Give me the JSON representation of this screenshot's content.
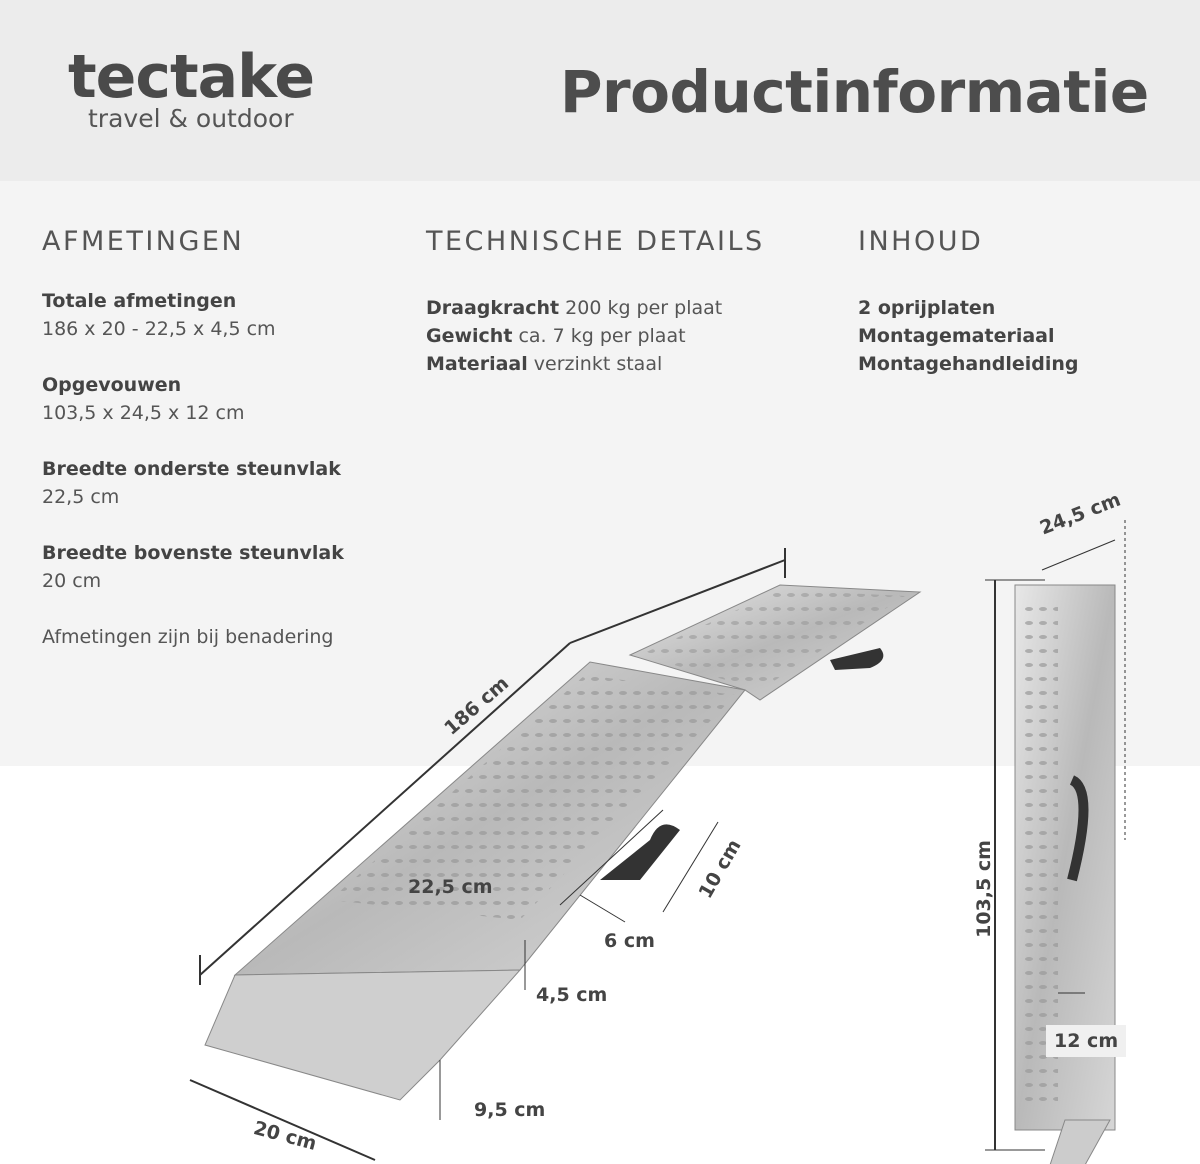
{
  "brand": {
    "name": "tectake",
    "tagline": "travel & outdoor"
  },
  "title": "Productinformatie",
  "sections": {
    "afmetingen": {
      "heading": "AFMETINGEN",
      "items": [
        {
          "label": "Totale afmetingen",
          "value": "186 x 20 - 22,5 x 4,5 cm"
        },
        {
          "label": "Opgevouwen",
          "value": "103,5 x 24,5 x 12 cm"
        },
        {
          "label": "Breedte onderste steunvlak",
          "value": "22,5 cm"
        },
        {
          "label": "Breedte bovenste steunvlak",
          "value": "20 cm"
        }
      ],
      "note": "Afmetingen zijn bij benadering"
    },
    "technisch": {
      "heading": "TECHNISCHE DETAILS",
      "items": [
        {
          "label": "Draagkracht",
          "value": "200 kg per plaat"
        },
        {
          "label": "Gewicht",
          "value": "ca. 7 kg per plaat"
        },
        {
          "label": "Materiaal",
          "value": "verzinkt staal"
        }
      ]
    },
    "inhoud": {
      "heading": "INHOUD",
      "items": [
        "2 oprijplaten",
        "Montagemateriaal",
        "Montagehandleiding"
      ]
    }
  },
  "dimensions": {
    "length": "186 cm",
    "folded_width": "24,5 cm",
    "lower_width": "22,5 cm",
    "handle": "10 cm",
    "handle_gap": "6 cm",
    "height": "4,5 cm",
    "lip": "9,5 cm",
    "upper_width": "20 cm",
    "folded_length": "103,5 cm",
    "folded_depth": "12 cm"
  }
}
